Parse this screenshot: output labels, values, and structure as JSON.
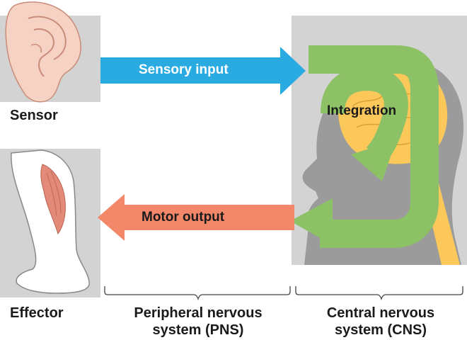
{
  "labels": {
    "sensor": "Sensor",
    "effector": "Effector",
    "sensory_input": "Sensory input",
    "integration": "Integration",
    "motor_output": "Motor output",
    "pns_line1": "Peripheral nervous",
    "pns_line2": "system (PNS)",
    "cns_line1": "Central nervous",
    "cns_line2": "system (CNS)"
  },
  "colors": {
    "panel_gray": "#d3d3d3",
    "sensory_arrow": "#29abe2",
    "motor_arrow": "#f2876a",
    "integration_loop": "#8cc265",
    "brain": "#fcc85a",
    "head_shadow": "#9b9b9b",
    "skin": "#f6d2c4",
    "muscle": "#e38a7a"
  },
  "icons": {
    "sensor": "ear-icon",
    "effector": "leg-with-muscle-icon",
    "cns": "head-with-brain-icon"
  }
}
